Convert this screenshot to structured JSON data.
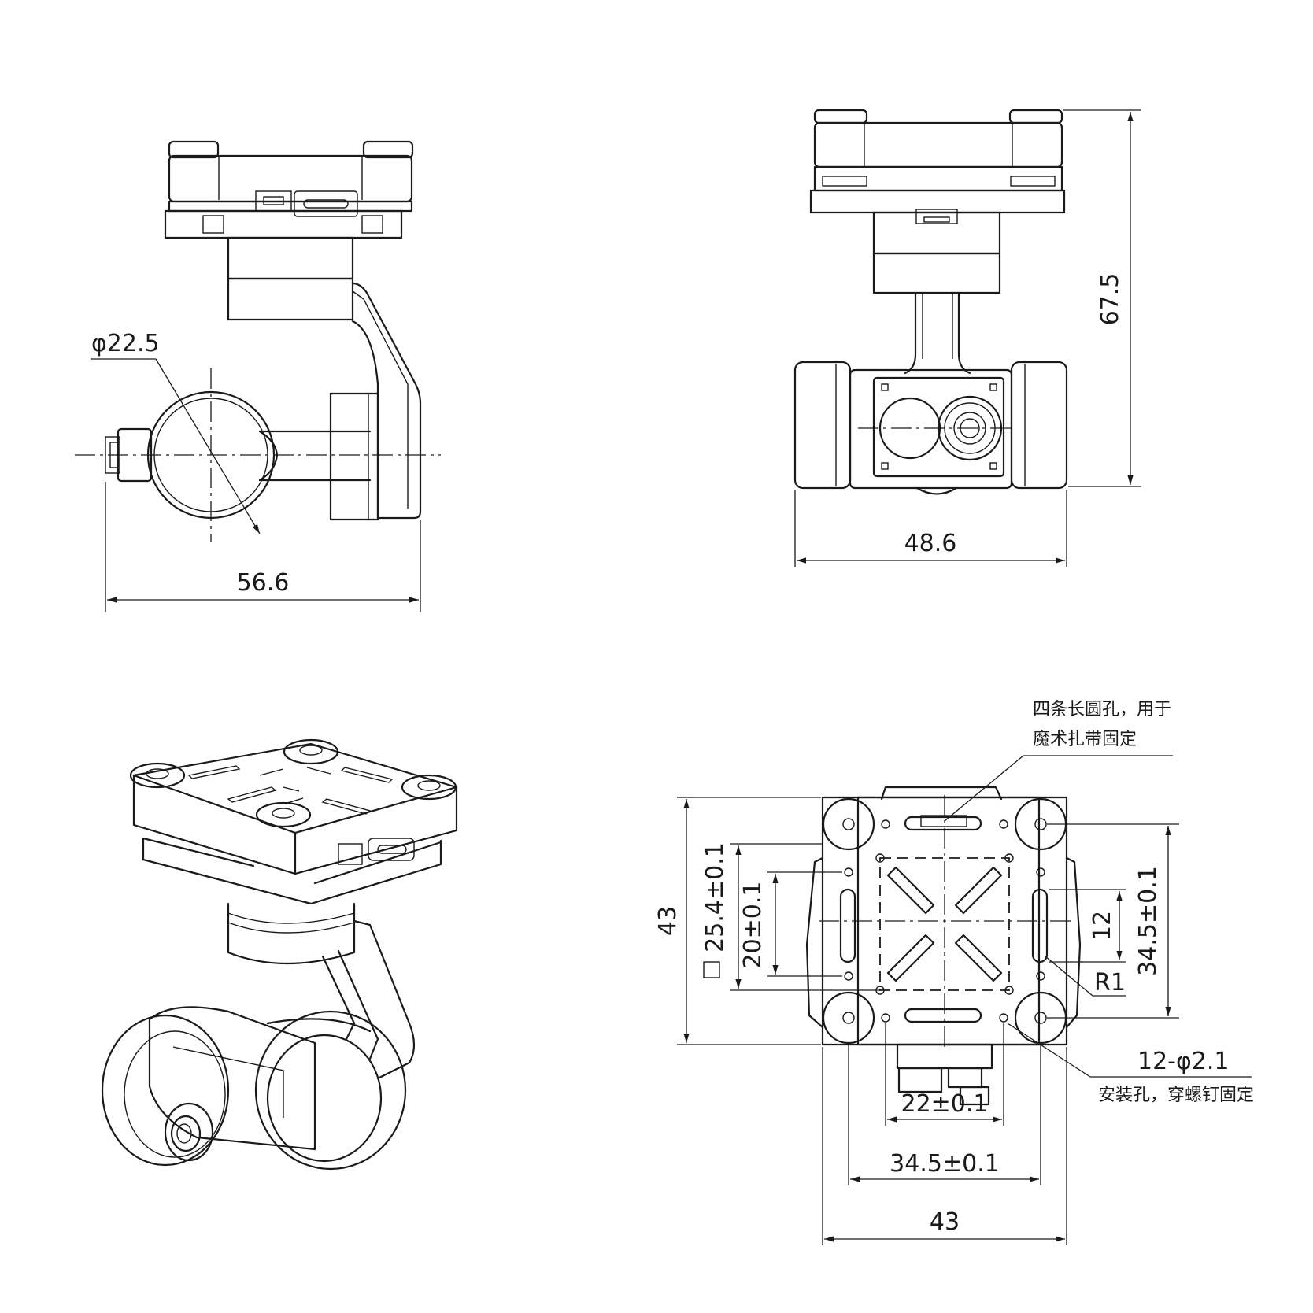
{
  "dimensions": {
    "side_width": "56.6",
    "diameter": "φ22.5",
    "front_width": "48.6",
    "front_height": "67.5",
    "bottom_width": "43",
    "bottom_height": "43",
    "hole_pitch_x": "34.5±0.1",
    "hole_pitch_y": "34.5±0.1",
    "inner_x": "22±0.1",
    "square": "25.4±0.1",
    "inner_y": "20±0.1",
    "slot_length": "12",
    "radius": "R1",
    "holes": "12-φ2.1"
  },
  "notes": {
    "slot_line1": "四条长圆孔，用于",
    "slot_line2": "魔术扎带固定",
    "mount_hole": "安装孔，穿螺钉固定"
  },
  "colors": {
    "line": "#1a1a1a",
    "background": "#ffffff"
  }
}
